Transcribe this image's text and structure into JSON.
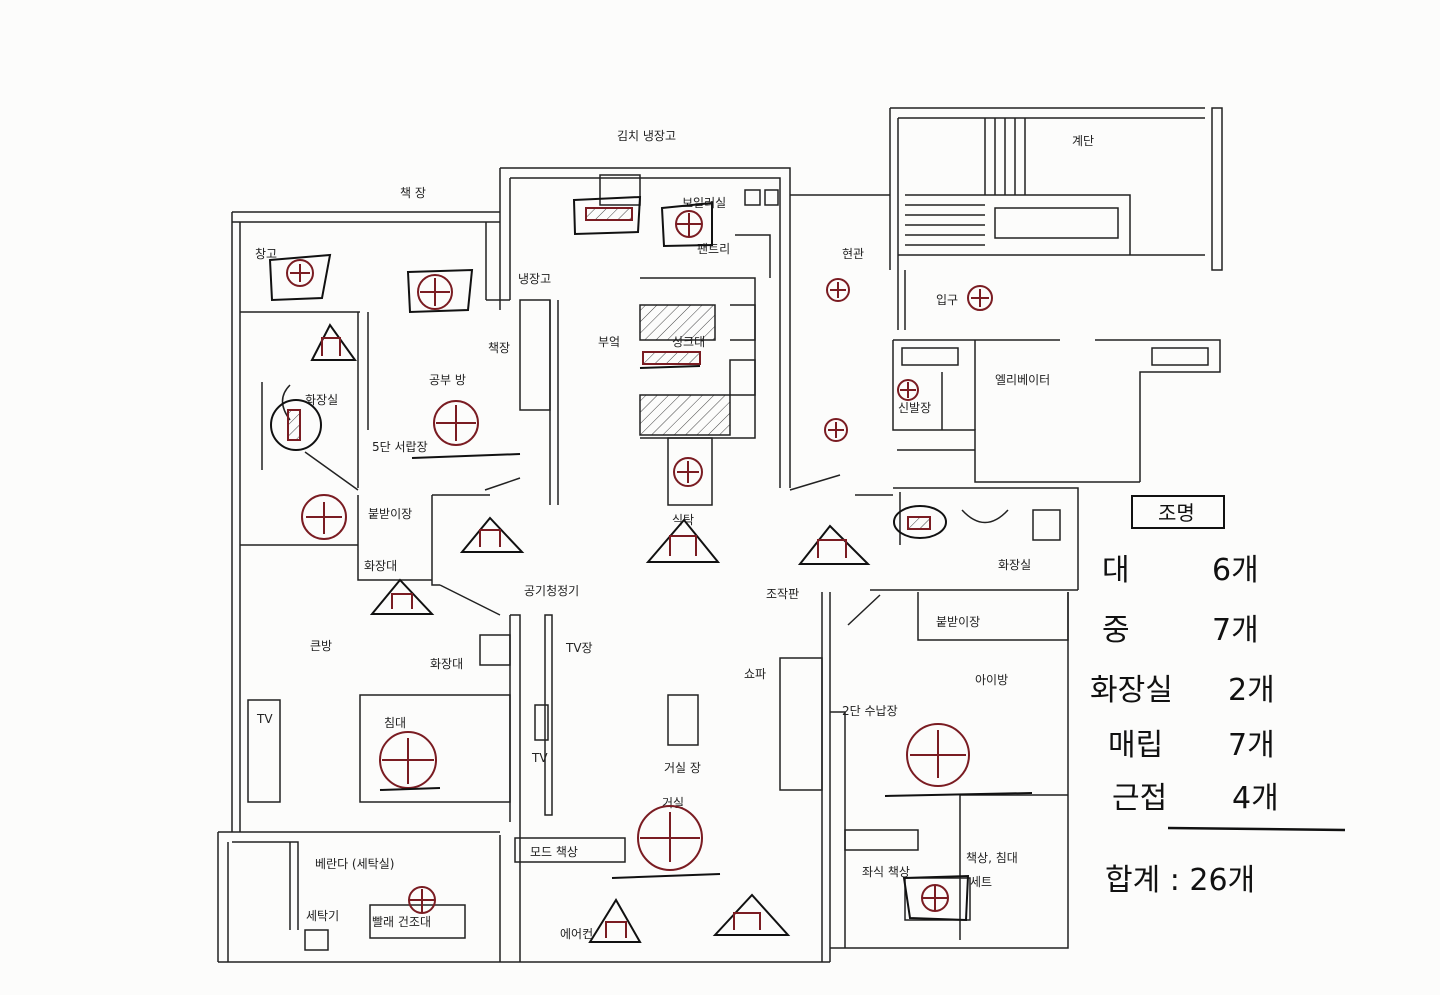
{
  "labels": {
    "kimchi_fridge": "김치 냉장고",
    "boiler_room": "보일러실",
    "stairs": "계단",
    "bookshelf_top": "책 장",
    "window_top": "창고",
    "fridge": "냉장고",
    "entry_hall": "현관",
    "entrance": "입구",
    "bookshelf_mid": "책장",
    "kitchen": "부엌",
    "sink": "싱크대",
    "study": "공부 방",
    "bathroom_left": "화장실",
    "shelf_5": "5단 서랍장",
    "elevator": "엘리베이터",
    "shoe_cabinet": "신발장",
    "closet_left": "붙받이장",
    "dining": "식탁",
    "bathroom_right": "화장실",
    "vanity_top": "화장대",
    "air_purifier": "공기청정기",
    "cutting_board": "조작판",
    "master_room": "큰방",
    "tv_stand": "TV장",
    "closet_right": "붙받이장",
    "vanity": "화장대",
    "sofa": "쇼파",
    "kids_room": "아이방",
    "tv_left": "TV",
    "bed": "침대",
    "tv_mid": "TV",
    "shelf_2": "2단 수납장",
    "living_cabinet": "거실 장",
    "living": "거실",
    "desk_bed_set": "책상, 침대",
    "set": "세트",
    "veranda": "베란다 (세탁실)",
    "mode_desk": "모드 책상",
    "floor_desk": "좌식 책상",
    "washer": "세탁기",
    "drying": "빨래 건조대",
    "aircon": "에어컨",
    "pantry": "팬트리"
  },
  "legend": {
    "title": "조명",
    "rows": [
      {
        "label": "대",
        "count": "6개"
      },
      {
        "label": "중",
        "count": "7개"
      },
      {
        "label": "화장실",
        "count": "2개"
      },
      {
        "label": "매립",
        "count": "7개"
      },
      {
        "label": "근접",
        "count": "4개"
      }
    ],
    "total": "합계 : 26개"
  },
  "colors": {
    "ink": "#111111",
    "marker": "#7a1c22",
    "wall": "#222222"
  }
}
